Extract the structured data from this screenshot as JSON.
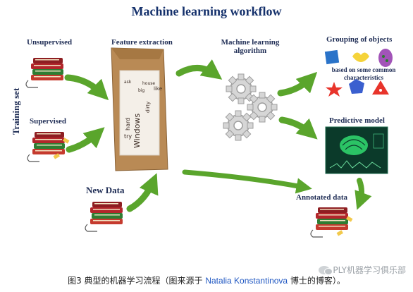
{
  "title": "Machine learning workflow",
  "training_set_label": "Training set",
  "sections": {
    "unsupervised": "Unsupervised",
    "supervised": "Supervised",
    "feature_extraction": "Feature extraction",
    "ml_algorithm_line1": "Machine learning",
    "ml_algorithm_line2": "algorithm",
    "grouping": "Grouping of objects",
    "grouping_sub_line1": "based on some common",
    "grouping_sub_line2": "characteristics",
    "predictive": "Predictive model",
    "new_data": "New Data",
    "annotated": "Annotated data"
  },
  "bag_words": [
    "Windows",
    "hard",
    "dirty",
    "like",
    "ask",
    "try",
    "big",
    "house"
  ],
  "caption": {
    "prefix": "图3 典型的机器学习流程（图来源于",
    "author": "Natalia Konstantinova",
    "suffix": "博士的博客）。"
  },
  "watermark": "PLY机器学习俱乐部",
  "colors": {
    "arrow_green": "#5aa52c",
    "title_blue": "#14306b",
    "book_red": "#b3262b",
    "book_green": "#2e7d32",
    "gear_grey": "#c9c9c9",
    "bag_brown": "#b98a55",
    "screen_dark": "#0b3a2a"
  }
}
